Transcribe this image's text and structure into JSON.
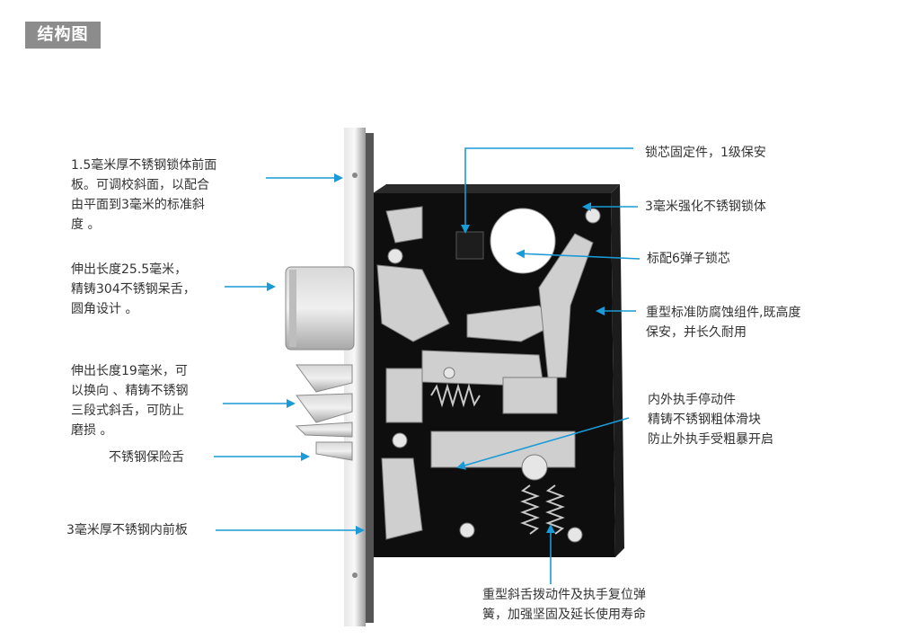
{
  "title": "结构图",
  "callouts": {
    "faceplate": [
      "1.5毫米厚不锈钢锁体前面",
      "板。可调校斜面，以配合",
      "由平面到3毫米的标准斜",
      "度 。"
    ],
    "deadbolt": [
      "伸出长度25.5毫米，",
      "精铸304不锈钢呆舌，",
      "圆角设计 。"
    ],
    "latch": [
      "伸出长度19毫米，可",
      "以换向 、精铸不锈钢",
      "三段式斜舌，可防止",
      "磨损 。"
    ],
    "guard": [
      "不锈钢保险舌"
    ],
    "inner_plate": [
      "3毫米厚不锈钢内前板"
    ],
    "cylinder_fixing": [
      "锁芯固定件，1级保安"
    ],
    "body": [
      "3毫米强化不锈钢锁体"
    ],
    "cylinder": [
      "标配6弹子锁芯"
    ],
    "components": [
      "重型标准防腐蚀组件,既高度",
      "保安，并长久耐用"
    ],
    "stopper": [
      "内外执手停动件",
      "精铸不锈钢粗体滑块",
      "防止外执手受粗暴开启"
    ],
    "spring": [
      "重型斜舌拨动件及执手复位弹",
      "簧，加强坚固及延长使用寿命"
    ]
  },
  "colors": {
    "arrow": "#1a9ad6",
    "title_bg": "#8c8c8c",
    "body": "#111111",
    "steel": "#c9c9c9"
  }
}
